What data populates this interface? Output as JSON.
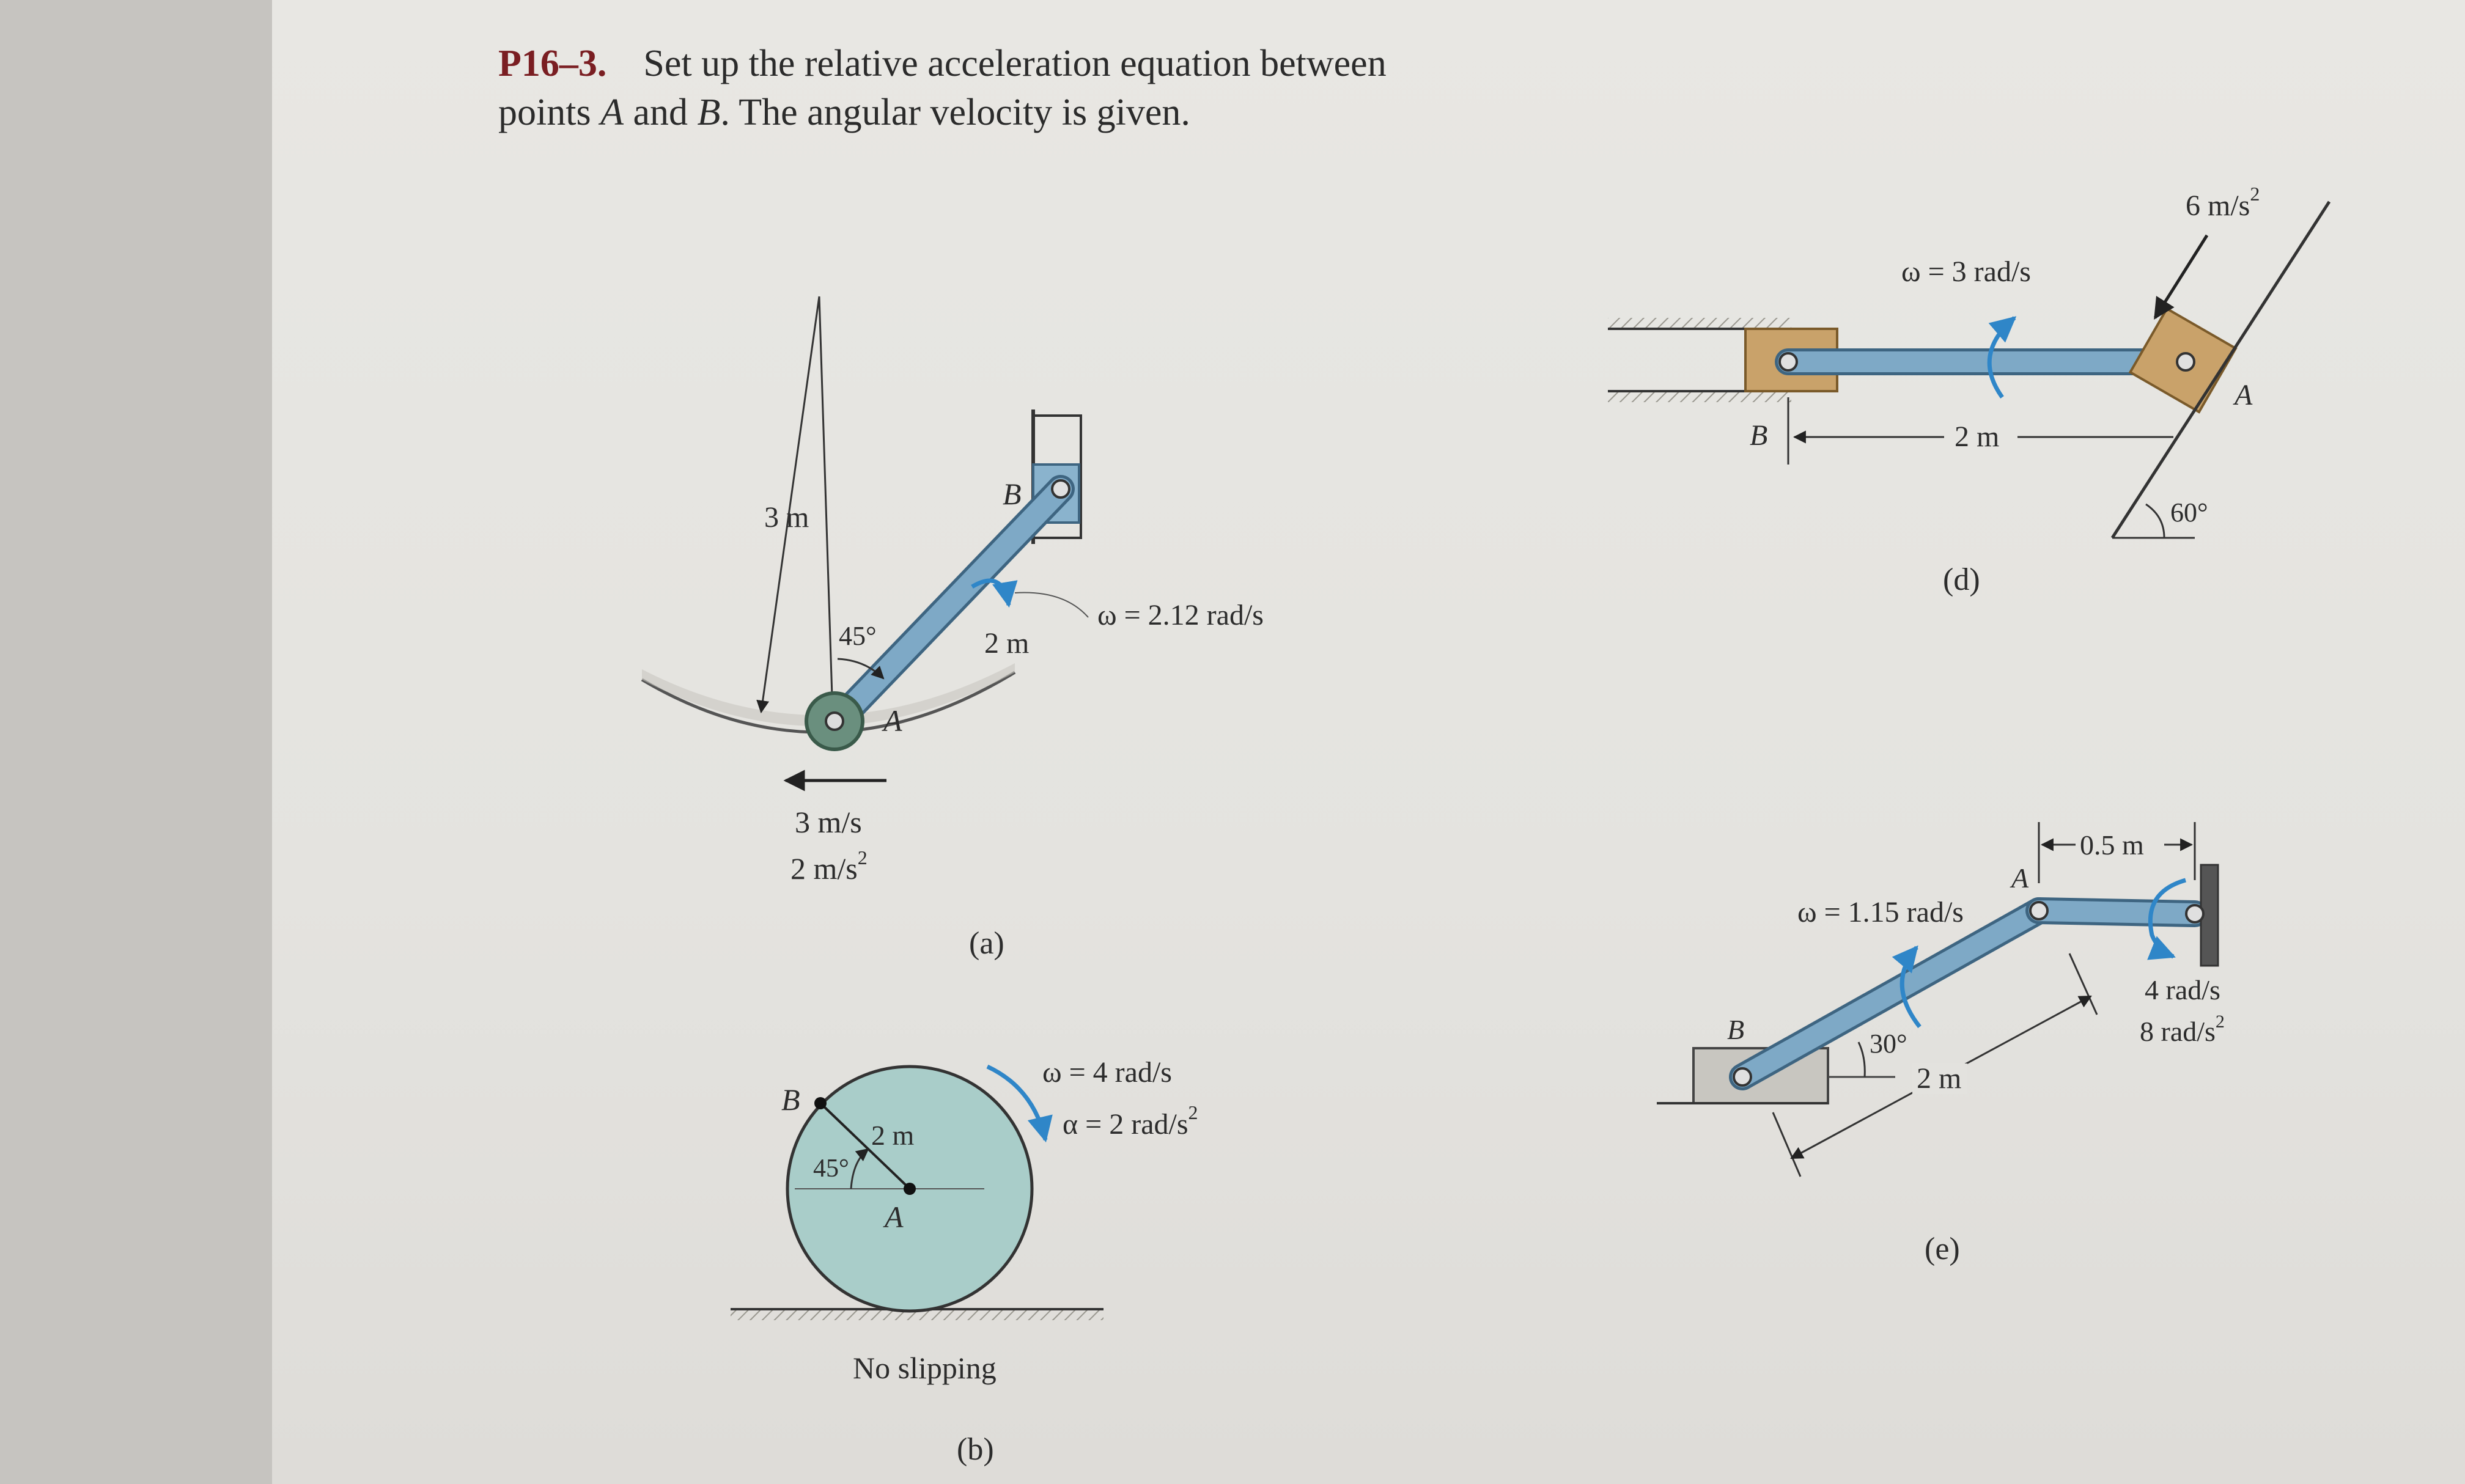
{
  "problem": {
    "number": "P16–3.",
    "line1": "Set up the relative acceleration equation between",
    "line2_pre": "points ",
    "point_a": "A",
    "line2_mid": " and ",
    "point_b": "B",
    "line2_post": ". The angular velocity is given."
  },
  "figures": {
    "a": {
      "caption": "(a)",
      "radius_label": "3 m",
      "angle_label": "45°",
      "link_label": "2 m",
      "omega_label": "ω = 2.12 rad/s",
      "point_a": "A",
      "point_b": "B",
      "velocity_label": "3 m/s",
      "accel_label": "2 m/s",
      "accel_exp": "2"
    },
    "b": {
      "caption": "(b)",
      "omega_label": "ω = 4 rad/s",
      "alpha_label": "α = 2 rad/s",
      "alpha_exp": "2",
      "radius_label": "2 m",
      "angle_label": "45°",
      "point_a": "A",
      "point_b": "B",
      "note": "No slipping"
    },
    "d": {
      "caption": "(d)",
      "omega_label": "ω = 3 rad/s",
      "length_label": "2 m",
      "accel_label": "6 m/s",
      "accel_exp": "2",
      "angle_label": "60°",
      "point_a": "A",
      "point_b": "B"
    },
    "e": {
      "caption": "(e)",
      "omega_label": "ω = 1.15 rad/s",
      "offset_label": "0.5 m",
      "ang_vel_label": "4 rad/s",
      "ang_acc_label": "8 rad/s",
      "ang_acc_exp": "2",
      "angle_label": "30°",
      "length_label": "2 m",
      "point_a": "A",
      "point_b": "B"
    }
  },
  "colors": {
    "link": "#6f9ab8",
    "link_dark": "#3e6581",
    "slider": "#c9a26a",
    "arrow_blue": "#2f86c8",
    "wheel": "#a9cdc9",
    "problem_number": "#7a1e22"
  }
}
